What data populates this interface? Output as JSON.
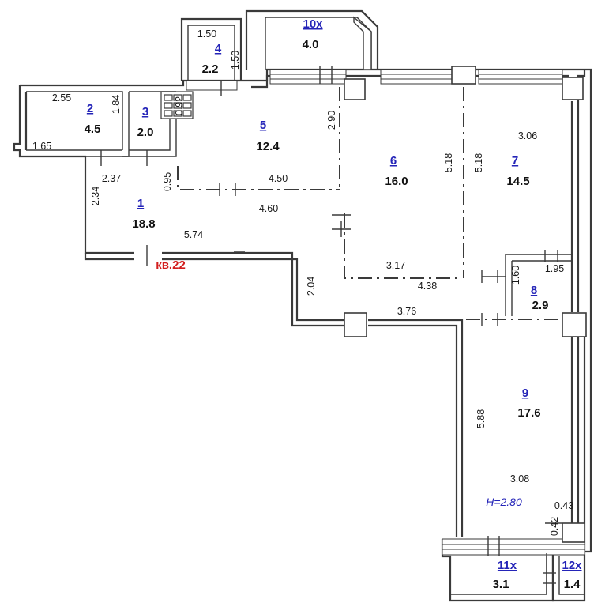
{
  "rooms": [
    {
      "num": "1",
      "area": "18.8"
    },
    {
      "num": "2",
      "area": "4.5"
    },
    {
      "num": "3",
      "area": "2.0"
    },
    {
      "num": "4",
      "area": "2.2"
    },
    {
      "num": "5",
      "area": "12.4"
    },
    {
      "num": "6",
      "area": "16.0"
    },
    {
      "num": "7",
      "area": "14.5"
    },
    {
      "num": "8",
      "area": "2.9"
    },
    {
      "num": "9",
      "area": "17.6"
    },
    {
      "num": "10x",
      "area": "4.0"
    },
    {
      "num": "11x",
      "area": "3.1"
    },
    {
      "num": "12x",
      "area": "1.4"
    }
  ],
  "dimensions": {
    "r4_width": "1.50",
    "r4_height": "1.50",
    "r2_width": "2.55",
    "r2_height": "1.84",
    "r2_bottom": "1.65",
    "r3_offset": "0.92",
    "r5_height": "2.90",
    "r5_step": "0.95",
    "r5_inner_width": "4.50",
    "r5_outer_width": "4.60",
    "r1_top": "2.37",
    "r1_height": "2.34",
    "r1_width": "5.74",
    "r6_height": "5.18",
    "r6_width_inner": "3.17",
    "r6_width_outer": "4.38",
    "r7_height": "5.18",
    "r7_width": "3.06",
    "r8_height": "1.60",
    "r8_width": "1.95",
    "corridor_height": "2.04",
    "corridor_width": "3.76",
    "r9_height": "5.88",
    "r9_width": "3.08",
    "r9_step_h": "0.43",
    "r9_step_v": "0.42"
  },
  "apartment_label": "кв.22",
  "ceiling_height": "H=2.80"
}
